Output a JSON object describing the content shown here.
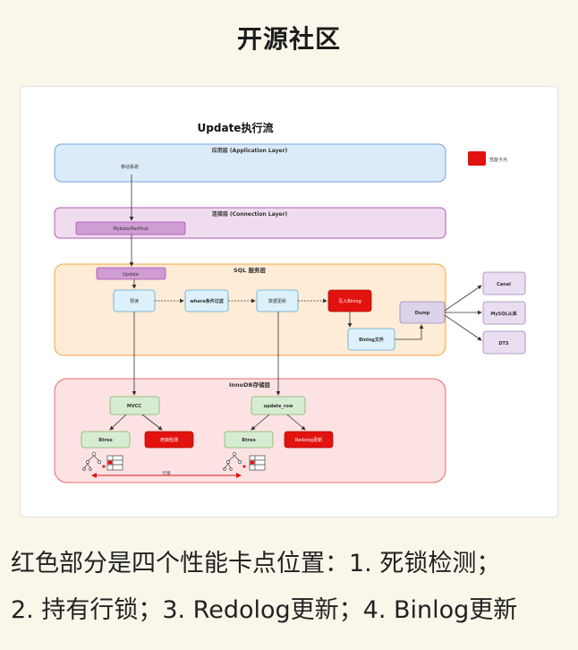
{
  "header": {
    "title": "开源社区"
  },
  "diagram": {
    "title": "Update执行流",
    "legend_label": "性能卡点",
    "layers": {
      "application": "应用层 (Application Layer)",
      "connection": "连接层 (Connection Layer)",
      "sql": "SQL 服务层",
      "innodb": "InnoDB存储层"
    },
    "nodes": {
      "mobile_system": "移动系统",
      "proxy": "Mybats/RedHub",
      "update": "Update",
      "pre_exec": "预读",
      "where_filter": "where条件过滤",
      "data_update": "数据更新",
      "write_binlog": "写入Binlog",
      "binlog_file": "Binlog文件",
      "dump": "Dump",
      "canal": "Canal",
      "mysql_slave": "MySQL从库",
      "dts": "DTS",
      "mvcc": "MVCC",
      "update_row": "update_row",
      "btree_left": "Btree",
      "deadlock": "死锁检测",
      "btree_right": "Btree",
      "redolog": "Redolog更新",
      "row_lock_label": "行锁"
    },
    "colors": {
      "hotspot": "#e2120f",
      "app_fill": "#dcebf8",
      "app_stroke": "#6fa6db",
      "conn_fill": "#f0dcef",
      "conn_stroke": "#b257b7",
      "sql_fill": "#feecd6",
      "sql_stroke": "#f5a540",
      "innodb_fill": "#fde2e3",
      "innodb_stroke": "#e46b70"
    }
  },
  "caption": {
    "line1": "红色部分是四个性能卡点位置：1. 死锁检测；",
    "line2": "2. 持有行锁；3. Redolog更新；4. Binlog更新"
  }
}
